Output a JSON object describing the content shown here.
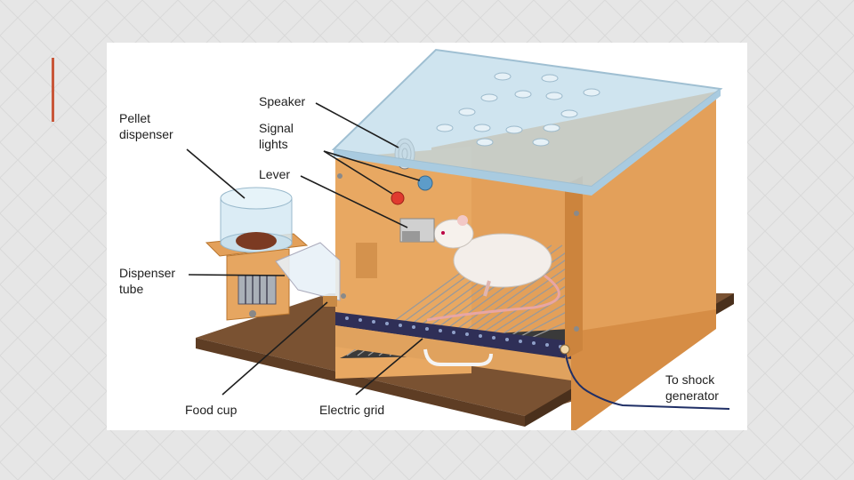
{
  "slide": {
    "accent_color": "#c9573a",
    "background_color": "#e6e6e6"
  },
  "diagram": {
    "labels": {
      "speaker": "Speaker",
      "signal_lights": "Signal\nlights",
      "lever": "Lever",
      "pellet_dispenser": "Pellet\ndispenser",
      "dispenser_tube": "Dispenser\ntube",
      "food_cup": "Food cup",
      "electric_grid": "Electric grid",
      "shock_generator": "To shock\ngenerator"
    },
    "colors": {
      "box_wood": "#e3a05a",
      "box_wood_dark": "#c9823f",
      "base_board": "#7a5232",
      "glass": "#bfdbea",
      "red_light": "#e03a2f",
      "blue_light": "#5d9cc9",
      "grid_bar": "#2f2f57"
    }
  }
}
